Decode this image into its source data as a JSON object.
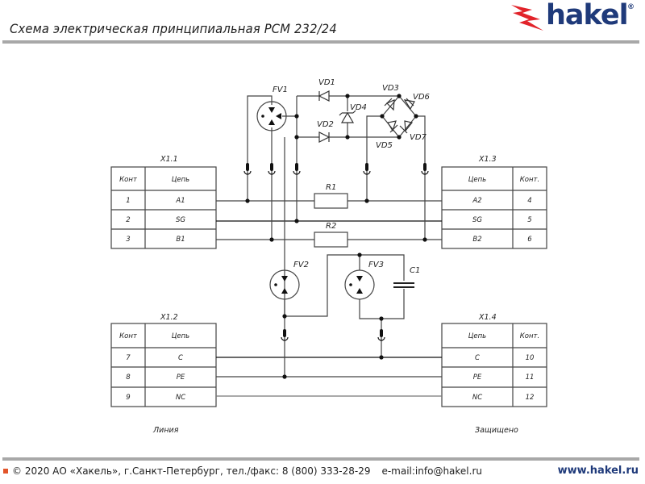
{
  "header": {
    "title": "Схема электрическая принципиальная РСМ 232/24",
    "logo_text": "hakel",
    "logo_reg": "®"
  },
  "colors": {
    "brand_blue": "#1f3a7a",
    "brand_red": "#e2232a",
    "rule_gray": "#a8a8a8",
    "wire": "#444444"
  },
  "connectors": {
    "x11": {
      "label": "X1.1",
      "headers": [
        "Конт",
        "Цепь"
      ],
      "rows": [
        [
          "1",
          "A1"
        ],
        [
          "2",
          "SG"
        ],
        [
          "3",
          "B1"
        ]
      ]
    },
    "x13": {
      "label": "X1.3",
      "headers": [
        "Цепь",
        "Конт."
      ],
      "rows": [
        [
          "A2",
          "4"
        ],
        [
          "SG",
          "5"
        ],
        [
          "B2",
          "6"
        ]
      ]
    },
    "x12": {
      "label": "X1.2",
      "headers": [
        "Конт",
        "Цепь"
      ],
      "rows": [
        [
          "7",
          "C"
        ],
        [
          "8",
          "PE"
        ],
        [
          "9",
          "NC"
        ]
      ]
    },
    "x14": {
      "label": "X1.4",
      "headers": [
        "Цепь",
        "Конт."
      ],
      "rows": [
        [
          "C",
          "10"
        ],
        [
          "PE",
          "11"
        ],
        [
          "NC",
          "12"
        ]
      ]
    }
  },
  "components": {
    "fv1": "FV1",
    "fv2": "FV2",
    "fv3": "FV3",
    "vd1": "VD1",
    "vd2": "VD2",
    "vd3": "VD3",
    "vd4": "VD4",
    "vd5": "VD5",
    "vd6": "VD6",
    "vd7": "VD7",
    "r1": "R1",
    "r2": "R2",
    "c1": "C1"
  },
  "side_labels": {
    "left": "Линия",
    "right": "Защищено"
  },
  "footer": {
    "copyright": "© 2020 АО «Хакель», г.Санкт-Петербург, тел./факс: 8 (800) 333-28-29",
    "email": "e-mail:info@hakel.ru",
    "website": "www.hakel.ru"
  }
}
